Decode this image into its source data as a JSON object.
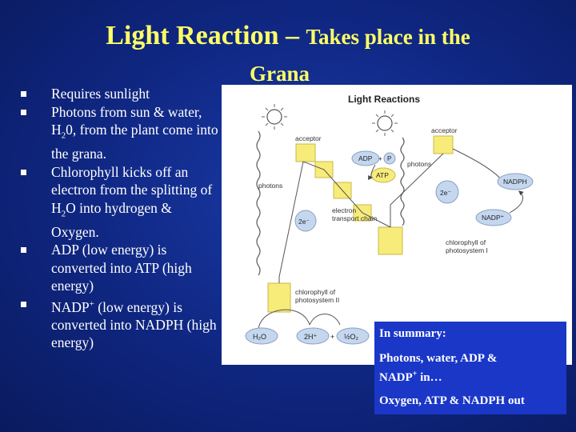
{
  "title": {
    "main": "Light Reaction",
    "dash": " – ",
    "rest": "Takes place in the",
    "line2": "Grana"
  },
  "bullets": [
    {
      "pre": "Requires sunlight"
    },
    {
      "pre": "Photons from sun & water, H",
      "sub": "2",
      "post": "0, from the plant come into the grana."
    },
    {
      "pre": "Chlorophyll kicks off an electron from the splitting of H",
      "sub": "2",
      "post": "O into hydrogen & Oxygen."
    },
    {
      "pre": "ADP (low energy) is converted into ATP (high energy)"
    },
    {
      "pre": "NADP",
      "sup": "+",
      "post": " (low energy) is converted into NADPH (high energy)"
    }
  ],
  "diagram": {
    "title": "Light Reactions",
    "acceptor_left": "acceptor",
    "acceptor_right": "acceptor",
    "adp": "ADP",
    "p": "P",
    "atp": "ATP",
    "photons_left": "photons",
    "photons_right": "photons",
    "e_left": "2e⁻",
    "e_right": "2e⁻",
    "etc_line1": "electron",
    "etc_line2": "transport chain",
    "nadph": "NADPH",
    "nadp": "NADP⁺",
    "ps1_line1": "chlorophyll of",
    "ps1_line2": "photosystem I",
    "ps2_line1": "chlorophyll of",
    "ps2_line2": "photosystem II",
    "h2o": "H₂O",
    "h": "2H⁺",
    "plus": "+",
    "o2": "½O₂"
  },
  "summary": {
    "heading": "In summary:",
    "inputs_line1": "Photons, water, ADP &",
    "inputs_line2_pre": "NADP",
    "inputs_line2_sup": "+",
    "inputs_line2_post": " in…",
    "outputs": "Oxygen, ATP & NADPH out"
  },
  "colors": {
    "background": "#0f2680",
    "title": "#ffff66",
    "text": "#ffffff",
    "summary_box": "#1a37c8",
    "yellow_box": "#f7ec7a",
    "blue_bubble": "#c5d7ef"
  }
}
